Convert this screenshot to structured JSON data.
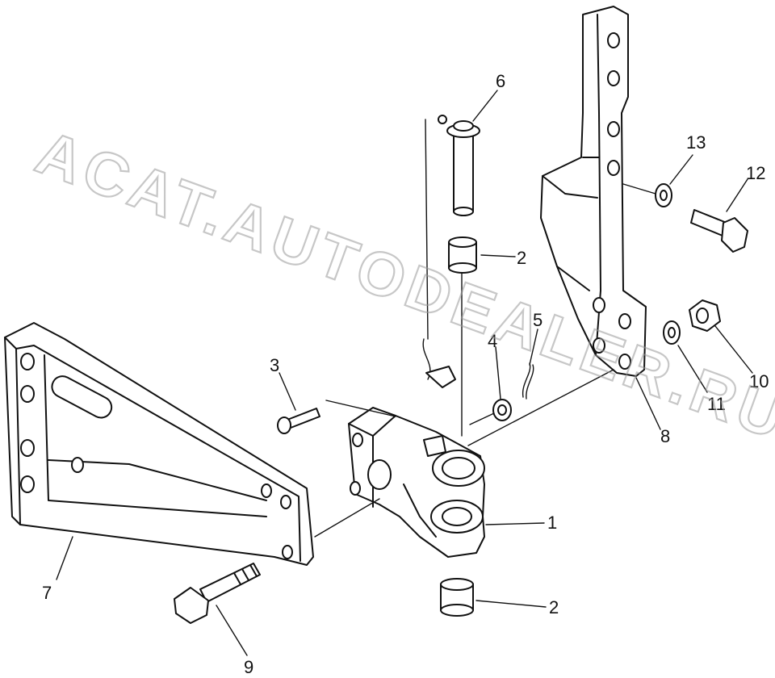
{
  "watermark": "ACAT.AUTODEALER.RU",
  "callouts": [
    {
      "id": "1",
      "text": "1"
    },
    {
      "id": "2a",
      "text": "2"
    },
    {
      "id": "2b",
      "text": "2"
    },
    {
      "id": "3",
      "text": "3"
    },
    {
      "id": "4",
      "text": "4"
    },
    {
      "id": "5",
      "text": "5"
    },
    {
      "id": "6",
      "text": "6"
    },
    {
      "id": "7",
      "text": "7"
    },
    {
      "id": "8",
      "text": "8"
    },
    {
      "id": "9",
      "text": "9"
    },
    {
      "id": "10",
      "text": "10"
    },
    {
      "id": "11",
      "text": "11"
    },
    {
      "id": "12",
      "text": "12"
    },
    {
      "id": "13",
      "text": "13"
    }
  ],
  "colors": {
    "line": "#111111",
    "watermark": "#9a9a9a",
    "background": "#ffffff"
  }
}
